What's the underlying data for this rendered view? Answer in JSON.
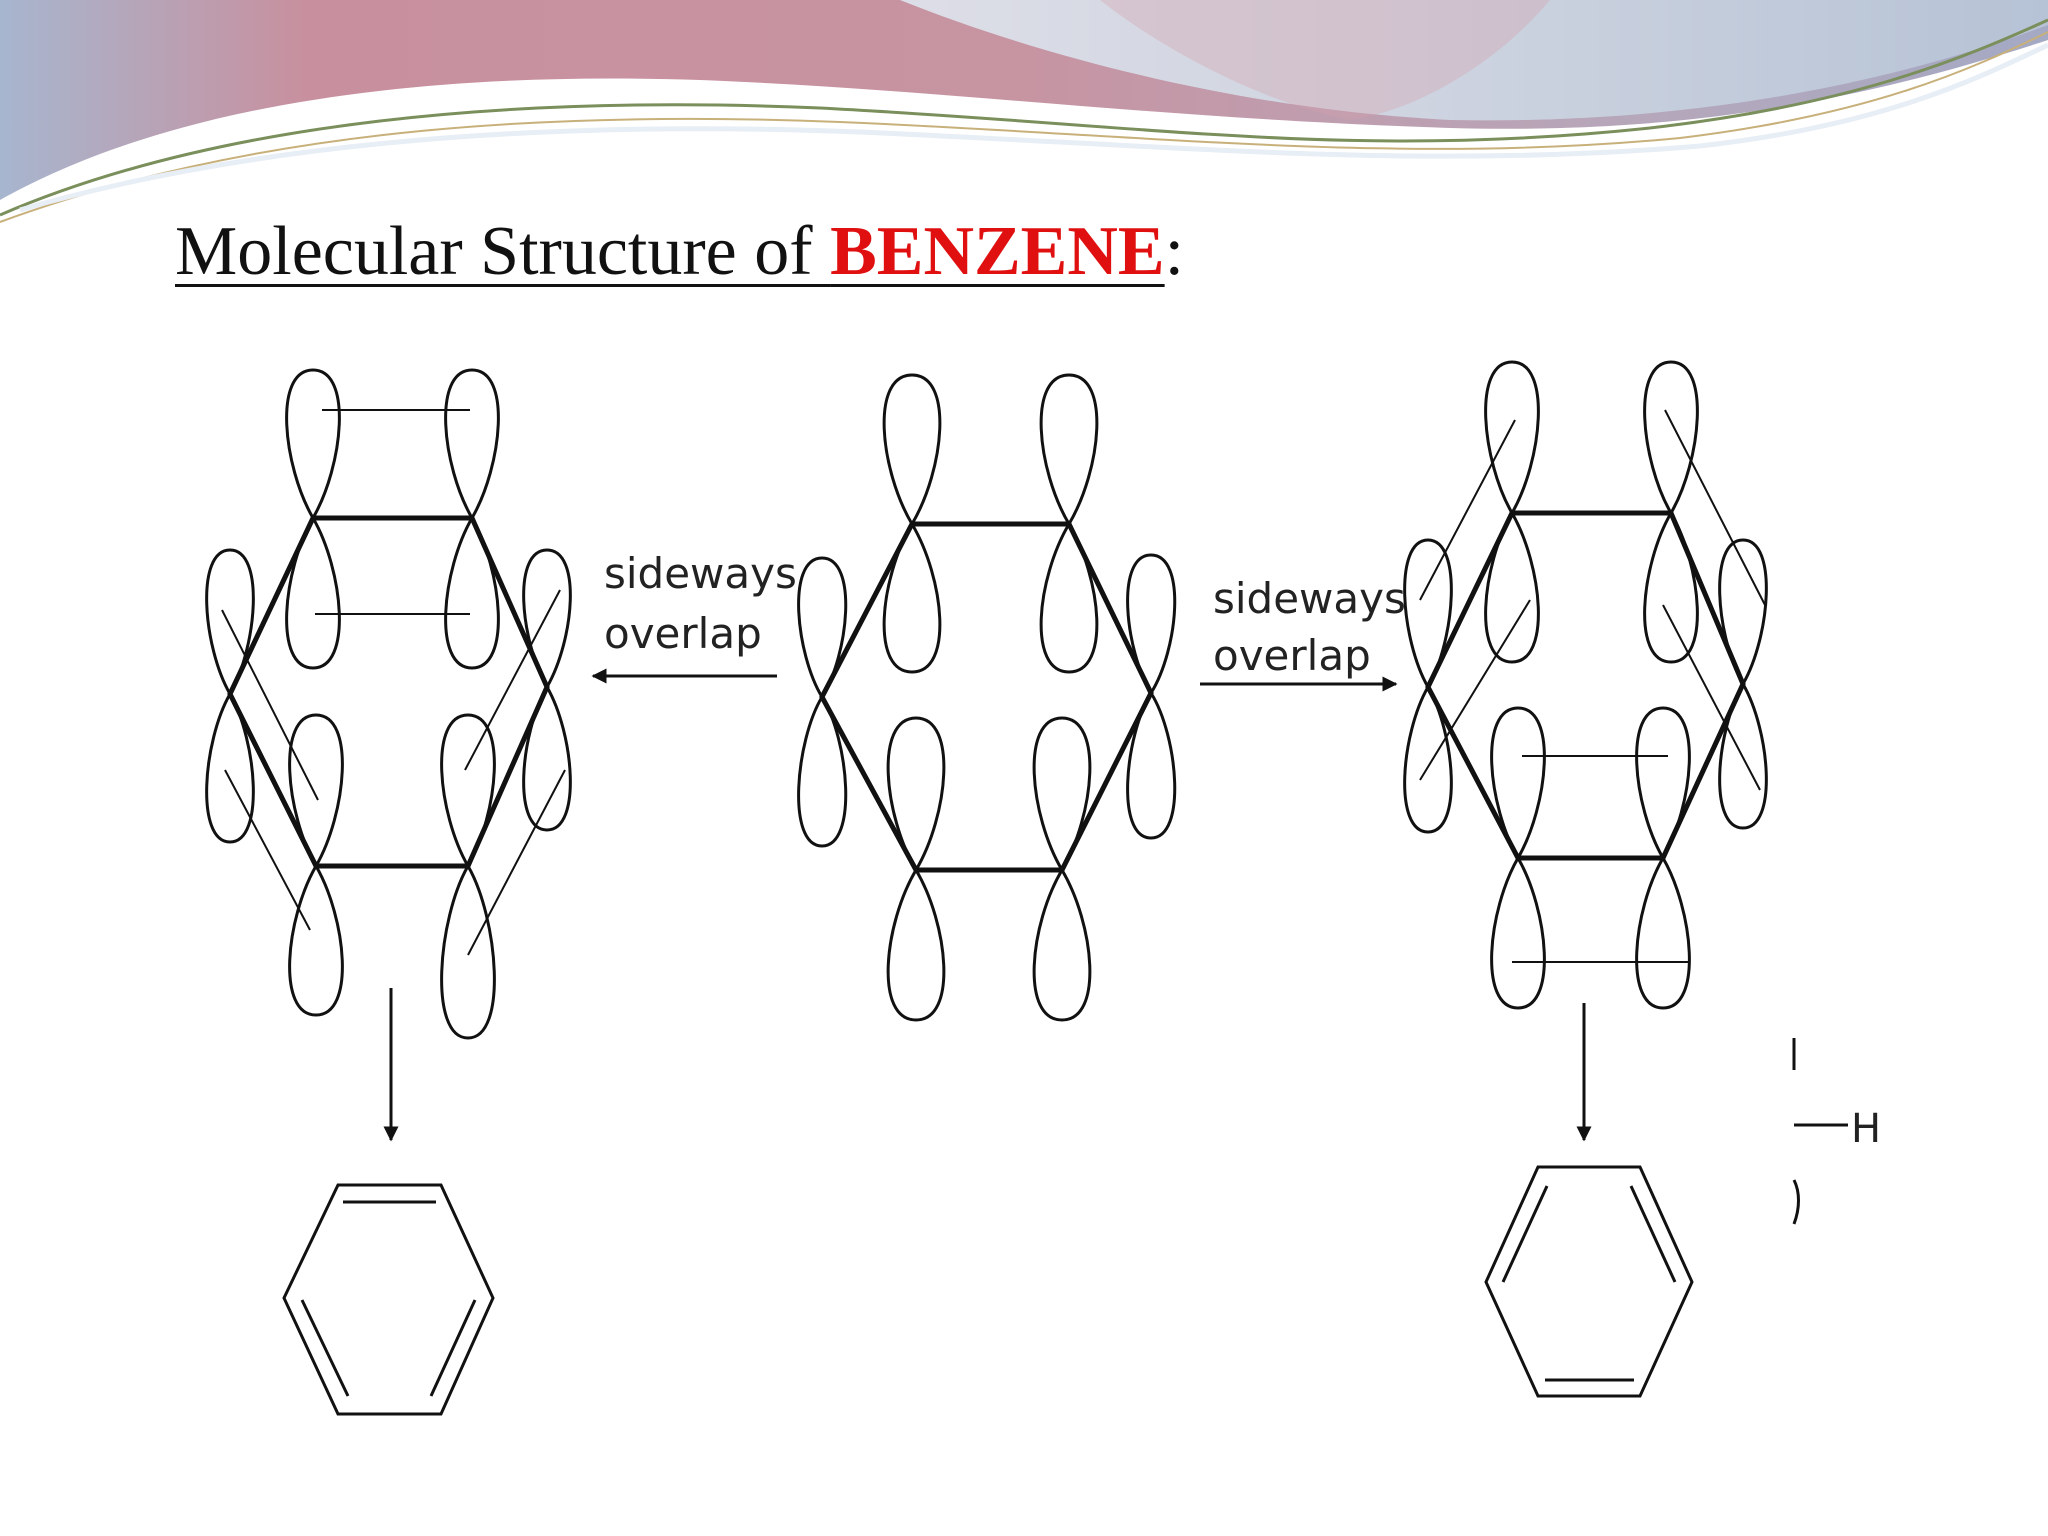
{
  "title": {
    "prefix": "Molecular Structure of ",
    "highlight": "BENZENE",
    "suffix": ":"
  },
  "labels": {
    "left_line1": "sideways",
    "left_line2": "overlap",
    "right_line1": "sideways",
    "right_line2": "overlap",
    "atom_h": "H"
  },
  "colors": {
    "title_highlight": "#e01010",
    "banner_pink": "#c88a98",
    "banner_blue": "#9aaecb"
  }
}
